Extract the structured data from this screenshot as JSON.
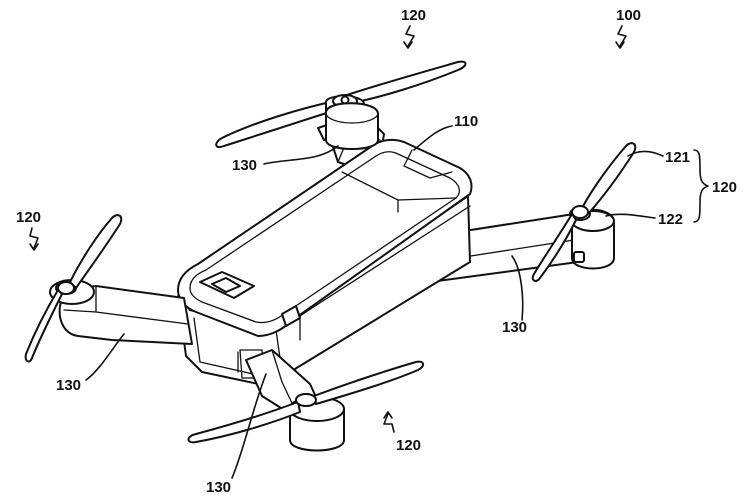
{
  "figure": {
    "reference_numerals": {
      "drone": "100",
      "body": "110",
      "propeller_unit_top": "120",
      "propeller_unit_left": "120",
      "propeller_unit_bottom": "120",
      "propeller_unit_right": "120",
      "propeller_blade": "121",
      "motor": "122",
      "arm_top": "130",
      "arm_left": "130",
      "arm_bottom": "130",
      "arm_right": "130"
    }
  }
}
